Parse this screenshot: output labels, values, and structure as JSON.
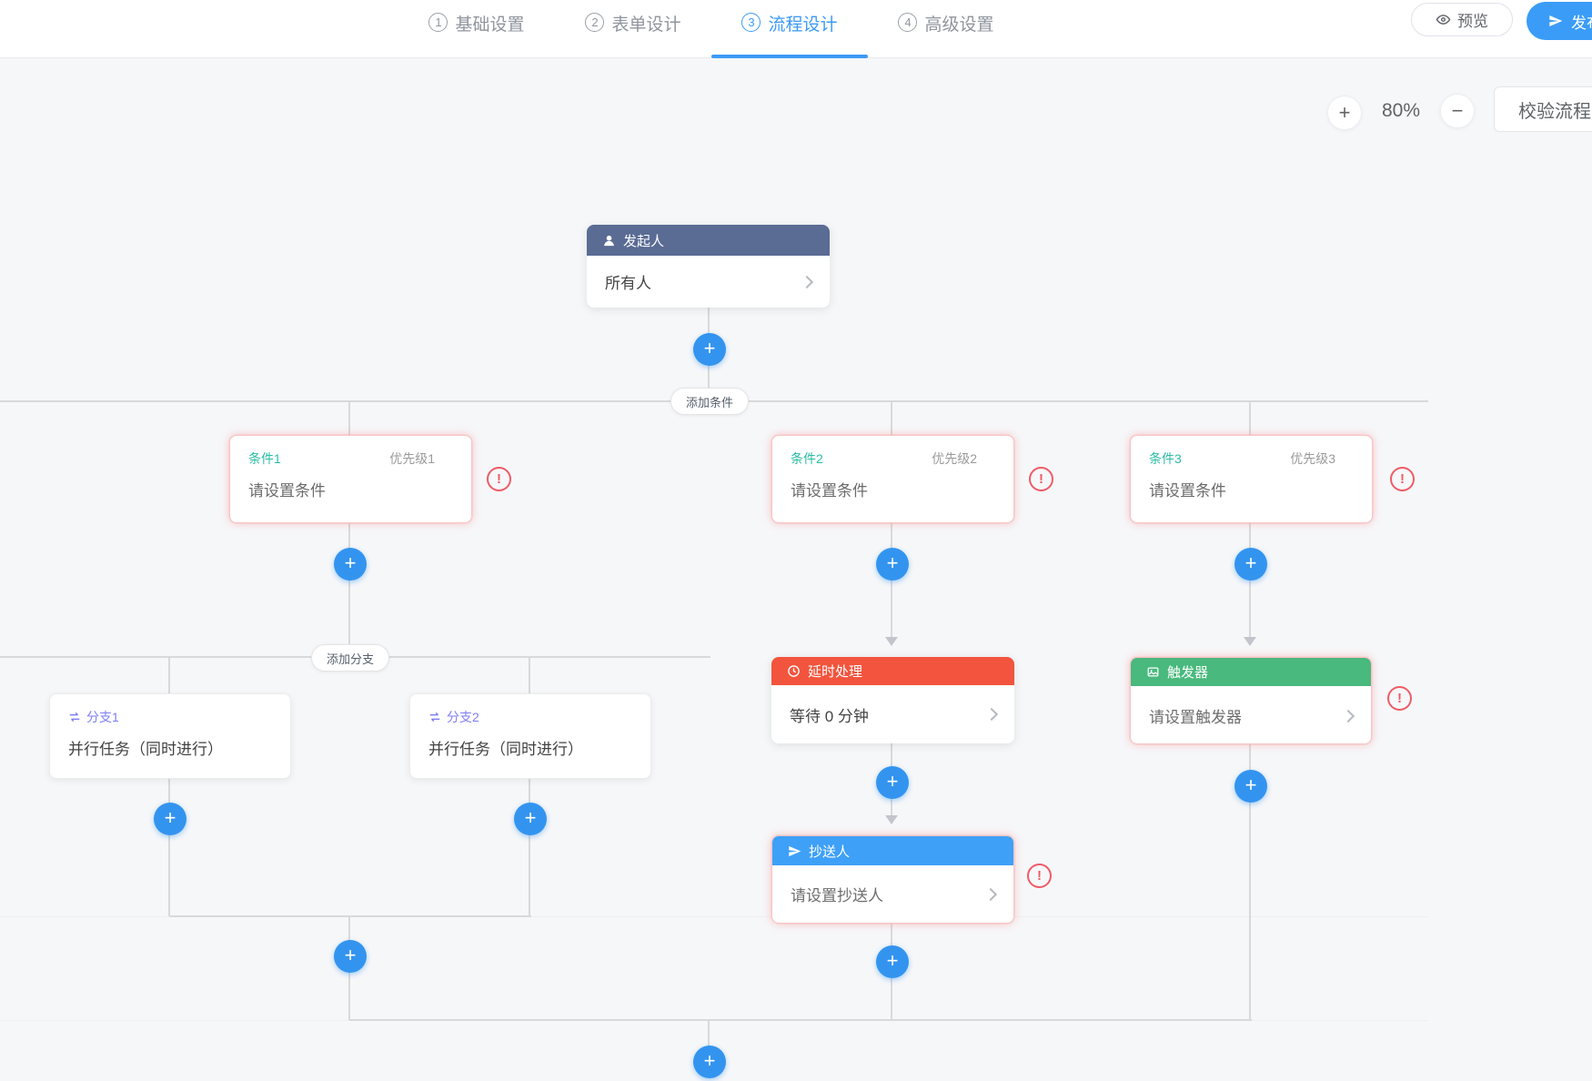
{
  "nav": {
    "steps": [
      {
        "num": "1",
        "label": "基础设置"
      },
      {
        "num": "2",
        "label": "表单设计"
      },
      {
        "num": "3",
        "label": "流程设计"
      },
      {
        "num": "4",
        "label": "高级设置"
      }
    ],
    "active_step": "流程设计",
    "preview_label": "预览",
    "publish_label": "发布"
  },
  "toolbar": {
    "zoom_in": "+",
    "zoom_out": "−",
    "zoom_level": "80%",
    "validate_label": "校验流程"
  },
  "symbols": {
    "plus": "+",
    "warning": "!"
  },
  "flow": {
    "start_node": {
      "type_label": "发起人",
      "content": "所有人"
    },
    "add_condition_label": "添加条件",
    "add_branch_label": "添加分支",
    "conditions": [
      {
        "title": "条件1",
        "priority": "优先级1",
        "content": "请设置条件",
        "error": true
      },
      {
        "title": "条件2",
        "priority": "优先级2",
        "content": "请设置条件",
        "error": true
      },
      {
        "title": "条件3",
        "priority": "优先级3",
        "content": "请设置条件",
        "error": true
      }
    ],
    "branches": [
      {
        "title": "分支1",
        "content": "并行任务（同时进行）"
      },
      {
        "title": "分支2",
        "content": "并行任务（同时进行）"
      }
    ],
    "delay_node": {
      "type_label": "延时处理",
      "content": "等待 0 分钟"
    },
    "cc_node": {
      "type_label": "抄送人",
      "content": "请设置抄送人",
      "error": true
    },
    "trigger_node": {
      "type_label": "触发器",
      "content": "请设置触发器",
      "error": true
    }
  },
  "colors": {
    "accent_blue": "#3394f0",
    "tab_active_blue": "#3b9bf5",
    "start_header": "#5a6b94",
    "delay_header": "#f3543d",
    "cc_header": "#3ea0f7",
    "trigger_header": "#49b97d",
    "condition_title_teal": "#2abca4",
    "branch_title_purple": "#7d7df5",
    "error_red": "#ef5b66",
    "connector_gray": "#d9d9d9"
  }
}
